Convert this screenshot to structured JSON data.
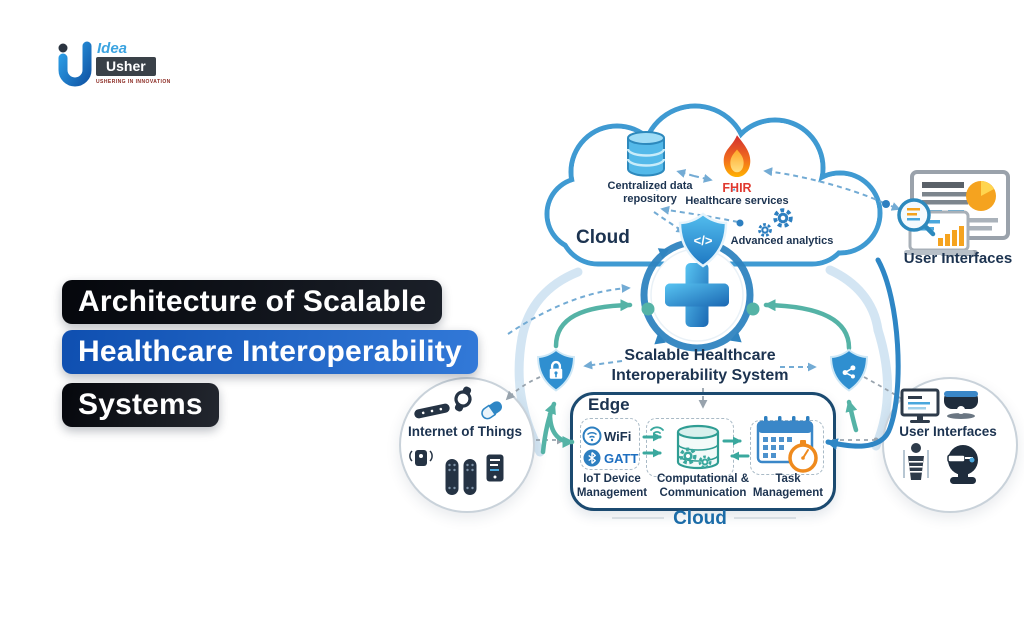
{
  "logo": {
    "name_top": "Idea",
    "name_bottom": "Usher",
    "tagline": "USHERING IN INNOVATION"
  },
  "title": {
    "line1": "Architecture of Scalable",
    "line2": "Healthcare Interoperability",
    "line3": "Systems"
  },
  "top_cloud": {
    "label": "Cloud",
    "repository_label": "Centralized data repository",
    "fhir_label": "FHIR",
    "fhir_sublabel": "Healthcare services",
    "analytics_label": "Advanced analytics",
    "code_glyph": "</>"
  },
  "center_hub": {
    "label": "Scalable Healthcare Interoperability System"
  },
  "edge": {
    "label": "Edge",
    "wifi_label": "WiFi",
    "gatt_label": "GATT",
    "device_mgmt_label": "IoT Device Management",
    "compute_label": "Computational & Communication",
    "task_label": "Task Management",
    "cloud_label": "Cloud"
  },
  "iot": {
    "label": "Internet of Things"
  },
  "ui_side": {
    "label": "User Interfaces"
  },
  "ui_top": {
    "label": "User Interfaces"
  },
  "colors": {
    "cloud_stroke": "#3f9ad2",
    "primary_blue": "#2e86c5",
    "teal_accent": "#55b3a6",
    "navy_text": "#1c3350",
    "fhir_red": "#e0392f",
    "orange_accent": "#f5a31f",
    "bottom_cloud_text": "#1b6ca8",
    "title_dark_pill": "#0b0d13",
    "title_blue_pill": "#2069cf"
  }
}
